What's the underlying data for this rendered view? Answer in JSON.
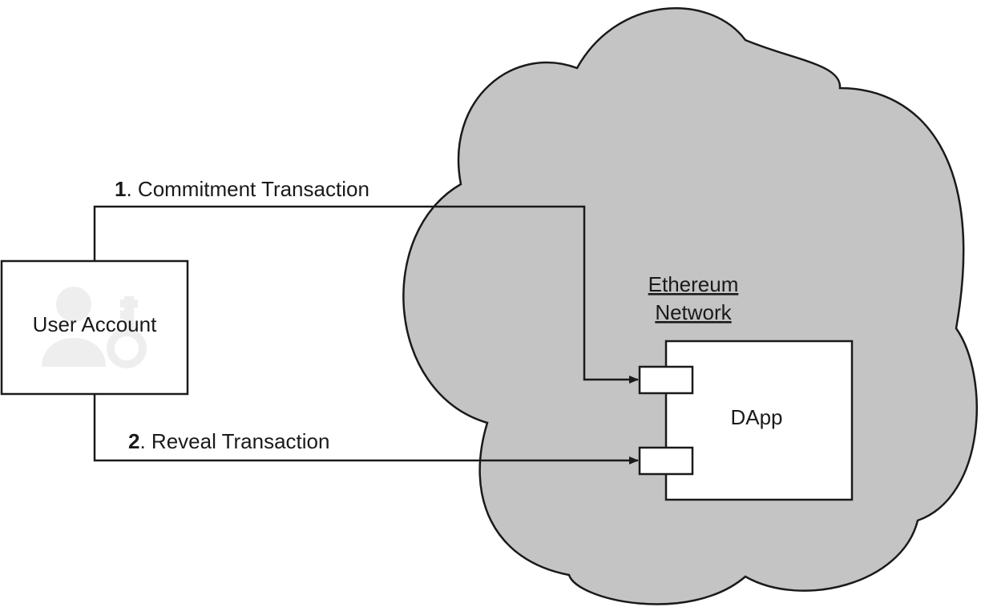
{
  "diagram": {
    "user_account_label": "User Account",
    "network_label_line1": "Ethereum",
    "network_label_line2": "Network",
    "dapp_label": "DApp",
    "step1": {
      "number": "1",
      "text": ". Commitment Transaction"
    },
    "step2": {
      "number": "2",
      "text": ". Reveal Transaction"
    },
    "icons": [
      "user-key-icon"
    ],
    "colors": {
      "cloud_fill": "#c4c4c4",
      "stroke": "#1a1a1a",
      "icon_fill": "#eeeeee"
    }
  }
}
